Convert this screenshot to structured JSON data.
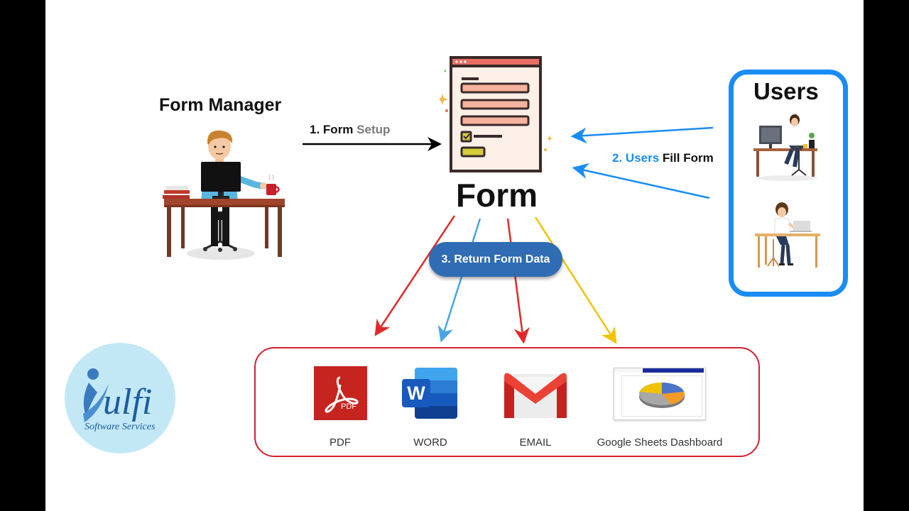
{
  "labels": {
    "form_manager": "Form Manager",
    "form": "Form",
    "users": "Users"
  },
  "steps": {
    "setup_num": "1.",
    "setup_word1": "Form",
    "setup_word2": "Setup",
    "fill_num": "2.",
    "fill_word1": "Users",
    "fill_word2": "Fill Form",
    "return": "3. Return Form Data"
  },
  "outputs": [
    {
      "label": "PDF",
      "icon": "pdf-icon"
    },
    {
      "label": "WORD",
      "icon": "word-icon"
    },
    {
      "label": "EMAIL",
      "icon": "gmail-icon"
    },
    {
      "label": "Google Sheets Dashboard",
      "icon": "sheets-dashboard-icon"
    }
  ],
  "pdf_badge": "PDF",
  "word_badge": "W",
  "logo": {
    "mark": "Kulfi",
    "subtitle": "Software Services"
  },
  "colors": {
    "setup_arrow": "#000000",
    "users_arrow": "#1a8cf5",
    "users_box": "#1a8cf5",
    "outputs_box": "#d4202c",
    "return_pill": "#2f6cb3",
    "arrow_red": "#e02a2a",
    "arrow_blue": "#4aa3e8",
    "arrow_yellow": "#f2c200"
  }
}
